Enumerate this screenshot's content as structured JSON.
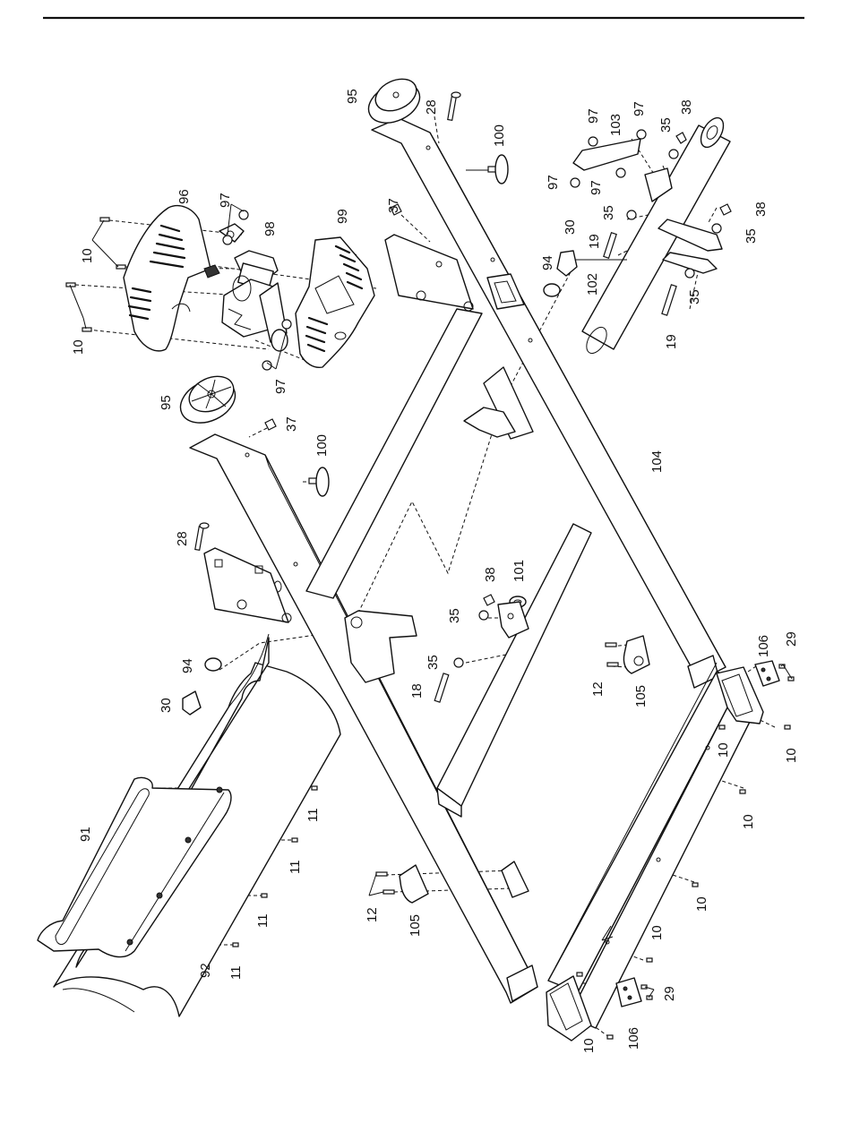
{
  "diagram": {
    "rule_color": "#111111",
    "labels": [
      {
        "id": "c95a",
        "text": "95"
      },
      {
        "id": "c28a",
        "text": "28"
      },
      {
        "id": "c100a",
        "text": "100"
      },
      {
        "id": "c97a",
        "text": "97"
      },
      {
        "id": "c103",
        "text": "103"
      },
      {
        "id": "c97b",
        "text": "97"
      },
      {
        "id": "c35a",
        "text": "35"
      },
      {
        "id": "c38a",
        "text": "38"
      },
      {
        "id": "c97c",
        "text": "97"
      },
      {
        "id": "c97d",
        "text": "97"
      },
      {
        "id": "c35b",
        "text": "35"
      },
      {
        "id": "c38b",
        "text": "38"
      },
      {
        "id": "c35c",
        "text": "35"
      },
      {
        "id": "c19a",
        "text": "19"
      },
      {
        "id": "c30a",
        "text": "30"
      },
      {
        "id": "c94a",
        "text": "94"
      },
      {
        "id": "c102",
        "text": "102"
      },
      {
        "id": "c35d",
        "text": "35"
      },
      {
        "id": "c19b",
        "text": "19"
      },
      {
        "id": "c37a",
        "text": "37"
      },
      {
        "id": "c96",
        "text": "96"
      },
      {
        "id": "c97e",
        "text": "97"
      },
      {
        "id": "c98",
        "text": "98"
      },
      {
        "id": "c99",
        "text": "99"
      },
      {
        "id": "c10a",
        "text": "10"
      },
      {
        "id": "c10b",
        "text": "10"
      },
      {
        "id": "c97f",
        "text": "97"
      },
      {
        "id": "c95b",
        "text": "95"
      },
      {
        "id": "c37b",
        "text": "37"
      },
      {
        "id": "c100b",
        "text": "100"
      },
      {
        "id": "c104",
        "text": "104"
      },
      {
        "id": "c28b",
        "text": "28"
      },
      {
        "id": "c38c",
        "text": "38"
      },
      {
        "id": "c101",
        "text": "101"
      },
      {
        "id": "c35e",
        "text": "35"
      },
      {
        "id": "c35f",
        "text": "35"
      },
      {
        "id": "c18",
        "text": "18"
      },
      {
        "id": "c94b",
        "text": "94"
      },
      {
        "id": "c30b",
        "text": "30"
      },
      {
        "id": "c106a",
        "text": "106"
      },
      {
        "id": "c29a",
        "text": "29"
      },
      {
        "id": "c12a",
        "text": "12"
      },
      {
        "id": "c105a",
        "text": "105"
      },
      {
        "id": "c10c",
        "text": "10"
      },
      {
        "id": "c10d",
        "text": "10"
      },
      {
        "id": "c10e",
        "text": "10"
      },
      {
        "id": "c91",
        "text": "91"
      },
      {
        "id": "c11a",
        "text": "11"
      },
      {
        "id": "c11b",
        "text": "11"
      },
      {
        "id": "c11c",
        "text": "11"
      },
      {
        "id": "c11d",
        "text": "11"
      },
      {
        "id": "c92",
        "text": "92"
      },
      {
        "id": "c12b",
        "text": "12"
      },
      {
        "id": "c105b",
        "text": "105"
      },
      {
        "id": "c10f",
        "text": "10"
      },
      {
        "id": "c10g",
        "text": "10"
      },
      {
        "id": "c29b",
        "text": "29"
      },
      {
        "id": "c106b",
        "text": "106"
      },
      {
        "id": "c10h",
        "text": "10"
      }
    ]
  }
}
